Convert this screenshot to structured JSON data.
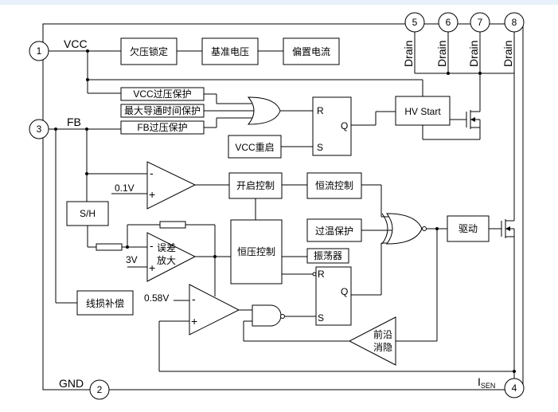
{
  "pins": {
    "p1": {
      "number": "1",
      "label": "VCC"
    },
    "p2": {
      "number": "2",
      "label": "GND"
    },
    "p3": {
      "number": "3",
      "label": "FB"
    },
    "p4": {
      "number": "4",
      "label_main": "I",
      "label_sub": "SEN"
    },
    "p5": {
      "number": "5",
      "label": "Drain"
    },
    "p6": {
      "number": "6",
      "label": "Drain"
    },
    "p7": {
      "number": "7",
      "label": "Drain"
    },
    "p8": {
      "number": "8",
      "label": "Drain"
    }
  },
  "blocks": {
    "uvlo": "欠压锁定",
    "vref": "基准电压",
    "ibias": "偏置电流",
    "vcc_ovp": "VCC过压保护",
    "max_on": "最大导通时间保护",
    "fb_ovp": "FB过压保护",
    "hv_start": "HV Start",
    "vcc_restart": "VCC重启",
    "start_ctrl": "开启控制",
    "cc_ctrl": "恒流控制",
    "cv_ctrl": "恒压控制",
    "otp": "过温保护",
    "osc": "振荡器",
    "driver": "驱动",
    "sh": "S/H",
    "line_comp": "线损补偿",
    "ea_line1": "误差",
    "ea_line2": "放大",
    "leb_line1": "前沿",
    "leb_line2": "消隐"
  },
  "latch1": {
    "r": "R",
    "q": "Q",
    "s": "S"
  },
  "latch2": {
    "r": "R",
    "q": "Q",
    "s": "S"
  },
  "voltages": {
    "v01": "0.1V",
    "v3": "3V",
    "v058": "0.58V"
  },
  "signs": {
    "minus": "-",
    "plus": "+"
  }
}
